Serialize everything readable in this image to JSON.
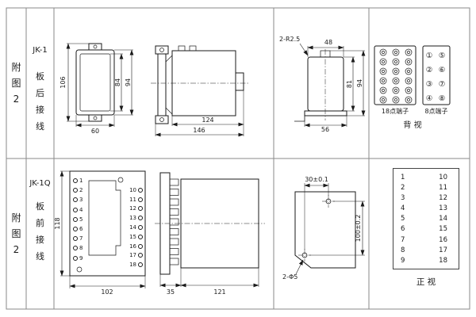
{
  "figure": {
    "rows": [
      {
        "fig_label": [
          "附",
          "图",
          "2"
        ],
        "model": "JK-1",
        "wiring_type": [
          "板",
          "后",
          "接",
          "线"
        ],
        "front_view": {
          "height_overall": "106",
          "height_inner": "84",
          "height_case": "94",
          "width": "60"
        },
        "side_view": {
          "depth_body": "124",
          "depth_total": "146"
        },
        "rear_mount_view": {
          "corner_callout": "2-R2.5",
          "width_top": "48",
          "height_inner": "81",
          "height_outer": "94",
          "width_bottom": "56"
        },
        "terminal_view": {
          "label_18": "18点端子",
          "label_8": "8点端子",
          "view_label": "背 视",
          "points_8": [
            "①",
            "⑤",
            "②",
            "⑥",
            "③",
            "⑦",
            "④",
            "⑧"
          ]
        }
      },
      {
        "fig_label": [
          "附",
          "图",
          "2"
        ],
        "model": "JK-1Q",
        "wiring_type": [
          "板",
          "前",
          "接",
          "线"
        ],
        "panel_front_view": {
          "height": "118",
          "width": "102",
          "terminals_left": [
            "1",
            "2",
            "3",
            "4",
            "5",
            "6",
            "7",
            "8",
            "9"
          ],
          "terminals_right": [
            "10",
            "11",
            "12",
            "13",
            "14",
            "15",
            "16",
            "17",
            "18"
          ]
        },
        "side_view": {
          "flange_depth": "35",
          "body_depth": "121"
        },
        "drill_plan": {
          "hole_pitch_x": "30±0.1",
          "hole_pitch_y": "100±0.2",
          "hole_callout": "2-Φ5"
        },
        "terminal_table": {
          "left": [
            "1",
            "2",
            "3",
            "4",
            "5",
            "6",
            "7",
            "8",
            "9"
          ],
          "right": [
            "10",
            "11",
            "12",
            "13",
            "14",
            "15",
            "16",
            "17",
            "18"
          ],
          "view_label": "正 视"
        }
      }
    ]
  },
  "colors": {
    "background": "#ffffff",
    "line": "#1a1a1a",
    "grid": "#8a8a8a"
  }
}
